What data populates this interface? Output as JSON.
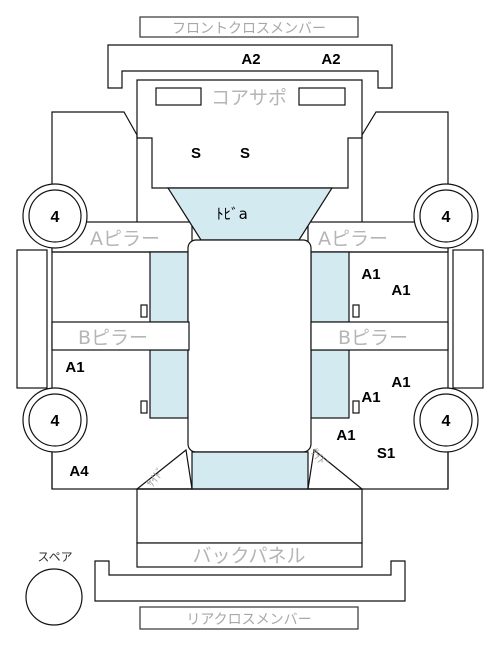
{
  "panels": {
    "front_cross_member": "フロントクロスメンバー",
    "core_support": "コアサポ",
    "a_pillar": "Aピラー",
    "b_pillar": "Bピラー",
    "back_panel": "バックパネル",
    "rear_cross_member": "リアクロスメンバー",
    "toe_board": "ﾄﾋﾞa",
    "side_left": "ｻｲﾄﾞ",
    "side_right": "ｻｲﾄﾞ",
    "spare": "スペア"
  },
  "marks": {
    "front_a2_left": "A2",
    "front_a2_right": "A2",
    "core_s_left": "S",
    "core_s_right": "S",
    "wheel_fl": "4",
    "wheel_fr": "4",
    "wheel_rl": "4",
    "wheel_rr": "4",
    "right_front_a1_1": "A1",
    "right_front_a1_2": "A1",
    "left_rear_a1": "A1",
    "right_rear_a1_1": "A1",
    "right_rear_a1_2": "A1",
    "right_rear_a1_3": "A1",
    "right_rear_s1": "S1",
    "left_rear_a4": "A4"
  }
}
